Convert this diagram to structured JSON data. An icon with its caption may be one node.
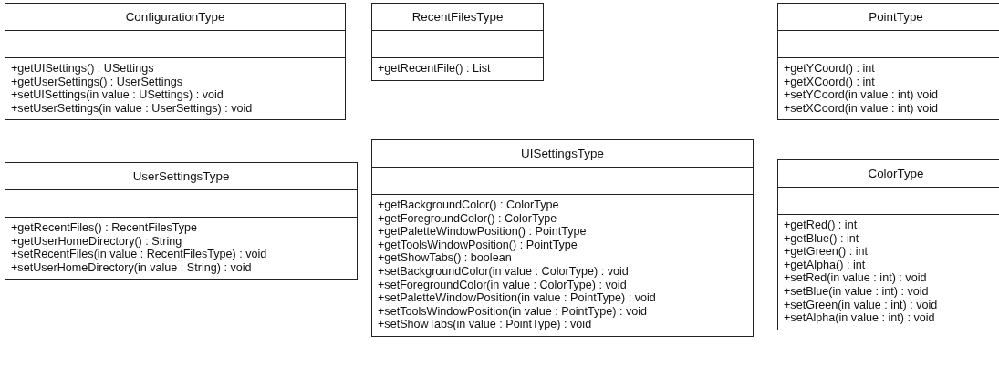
{
  "diagram": {
    "nodes": [
      {
        "text": [
          "ConfigurationType",
          "+getUISettings() : USettings",
          "+getUserSettings() : UserSettings",
          "+setUISettings(in value : USettings) : void",
          "+setUserSettings(in value : UserSettings) : void"
        ]
      },
      {
        "text": [
          "RecentFilesType",
          "+getRecentFile() : List"
        ]
      },
      {
        "text": [
          "PointType",
          "+getYCoord() : int",
          "+getXCoord() : int",
          "+setYCoord(in value : int) void",
          "+setXCoord(in value : int) void"
        ]
      },
      {
        "text": [
          "UISettingsType",
          "+getBackgroundColor() : ColorType",
          "+getForegroundColor() : ColorType",
          "+getPaletteWindowPosition() : PointType",
          "+getToolsWindowPosition() : PointType",
          "+getShowTabs() : boolean",
          "+setBackgroundColor(in value : ColorType) : void",
          "+setForegroundColor(in value : ColorType) : void",
          "+setPaletteWindowPosition(in value : PointType) : void",
          "+setToolsWindowPosition(in value : PointType) : void",
          "+setShowTabs(in value : PointType) : void"
        ]
      },
      {
        "text": [
          "ColorType",
          "+getRed() : int",
          "+getBlue() : int",
          "+getGreen() : int",
          "+getAlpha() : int",
          "+setRed(in value : int) : void",
          "+setBlue(in value : int) : void",
          "+setGreen(in value : int) : void",
          "+setAlpha(in value : int) : void"
        ]
      },
      {
        "text": [
          "UserSettingsType",
          "+getRecentFiles() : RecentFilesType",
          "+getUserHomeDirectory() : String",
          "+setRecentFiles(in value : RecentFilesType) : void",
          "+setUserHomeDirectory(in value : String) : void"
        ]
      }
    ]
  }
}
